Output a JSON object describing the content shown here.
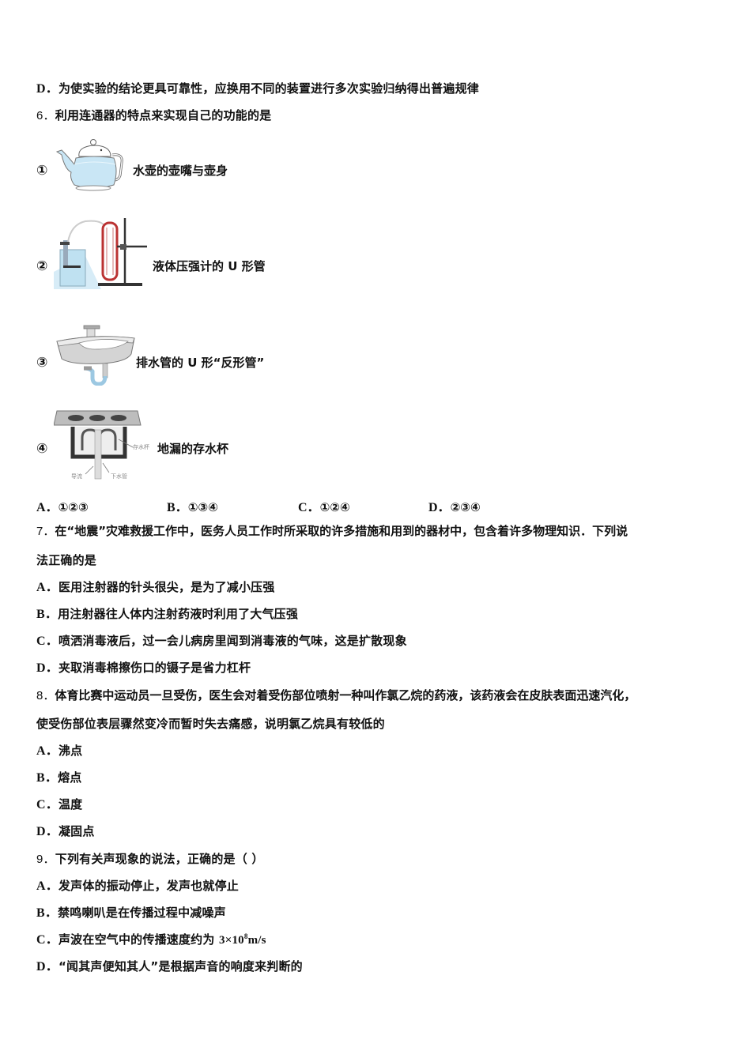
{
  "prev_question": {
    "option_d": {
      "letter": "D．",
      "text": "为使实验的结论更具可靠性，应换用不同的装置进行多次实验归纳得出普遍规律"
    }
  },
  "q6": {
    "number": "6．",
    "stem": "利用连通器的特点来实现自己的功能的是",
    "items": [
      {
        "marker": "①",
        "caption": "水壶的壶嘴与壶身",
        "figure": "teapot-illustration"
      },
      {
        "marker": "②",
        "caption": "液体压强计的 U 形管",
        "figure": "pressure-gauge-illustration"
      },
      {
        "marker": "③",
        "caption": "排水管的 U 形“反形管”",
        "figure": "sink-drain-illustration"
      },
      {
        "marker": "④",
        "caption": "地漏的存水杯",
        "figure": "floor-drain-illustration",
        "figure_labels": [
          "存水杯",
          "导流",
          "下水管"
        ]
      }
    ],
    "choices": [
      {
        "letter": "A．",
        "text": "①②③"
      },
      {
        "letter": "B．",
        "text": "①③④"
      },
      {
        "letter": "C．",
        "text": "①②④"
      },
      {
        "letter": "D．",
        "text": "②③④"
      }
    ]
  },
  "q7": {
    "number": "7．",
    "stem_line1": "在“地震”灾难救援工作中，医务人员工作时所采取的许多措施和用到的器材中，包含着许多物理知识．下列说",
    "stem_line2": "法正确的是",
    "options": [
      {
        "letter": "A．",
        "text": "医用注射器的针头很尖，是为了减小压强"
      },
      {
        "letter": "B．",
        "text": "用注射器往人体内注射药液时利用了大气压强"
      },
      {
        "letter": "C．",
        "text": "喷洒消毒液后，过一会儿病房里闻到消毒液的气味，这是扩散现象"
      },
      {
        "letter": "D．",
        "text": "夹取消毒棉擦伤口的镊子是省力杠杆"
      }
    ]
  },
  "q8": {
    "number": "8．",
    "stem_line1": "体育比赛中运动员一旦受伤，医生会对着受伤部位喷射一种叫作氯乙烷的药液，该药液会在皮肤表面迅速汽化，",
    "stem_line2": "使受伤部位表层骤然变冷而暂时失去痛感，说明氯乙烷具有较低的",
    "options": [
      {
        "letter": "A．",
        "text": "沸点"
      },
      {
        "letter": "B．",
        "text": "熔点"
      },
      {
        "letter": "C．",
        "text": "温度"
      },
      {
        "letter": "D．",
        "text": "凝固点"
      }
    ]
  },
  "q9": {
    "number": "9．",
    "stem": "下列有关声现象的说法，正确的是（ ）",
    "options": [
      {
        "letter": "A．",
        "text": "发声体的振动停止，发声也就停止"
      },
      {
        "letter": "B．",
        "text": "禁鸣喇叭是在传播过程中减噪声"
      },
      {
        "letter": "C．",
        "text_before": "声波在空气中的传播速度约为 ",
        "value": "3×10",
        "exponent": "8",
        "unit": "m/s"
      },
      {
        "letter": "D．",
        "text": "“闻其声便知其人”是根据声音的响度来判断的"
      }
    ]
  }
}
